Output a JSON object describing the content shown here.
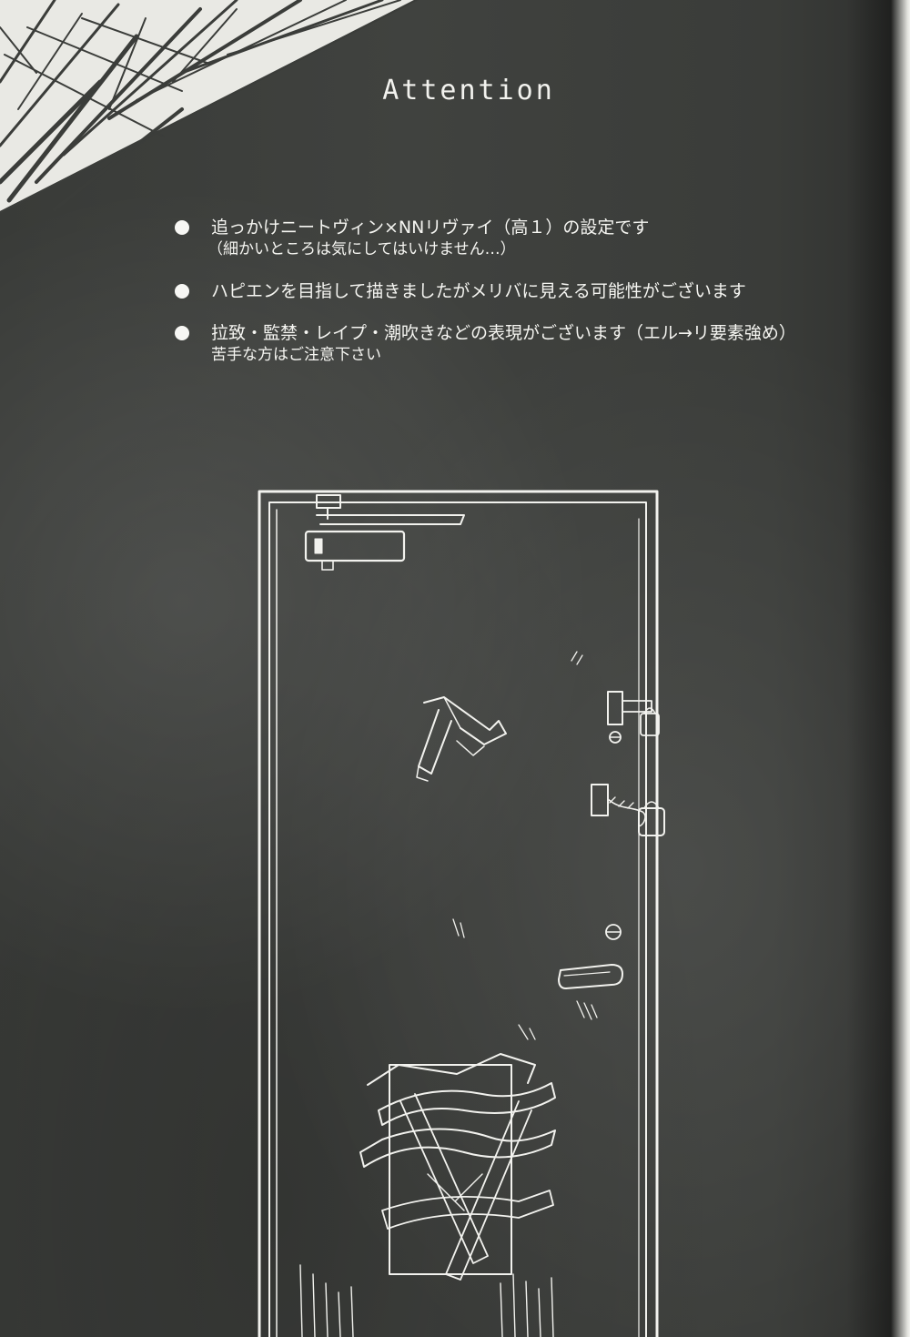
{
  "title": "Attention",
  "notes": [
    {
      "line": "追っかけニートヴィン×NNリヴァイ（高１）の設定です",
      "sub": "（細かいところは気にしてはいけません…）"
    },
    {
      "line": "ハピエンを目指して描きましたがメリバに見える可能性がございます",
      "sub": ""
    },
    {
      "line": "拉致・監禁・レイプ・潮吹きなどの表現がございます（エル→リ要素強め）",
      "sub": "苦手な方はご注意下さい"
    }
  ],
  "icons": {
    "bullet": "filled-circle-bullet-icon"
  },
  "colors": {
    "background": "#3b3d3a",
    "ink": "#f5f5f1"
  }
}
